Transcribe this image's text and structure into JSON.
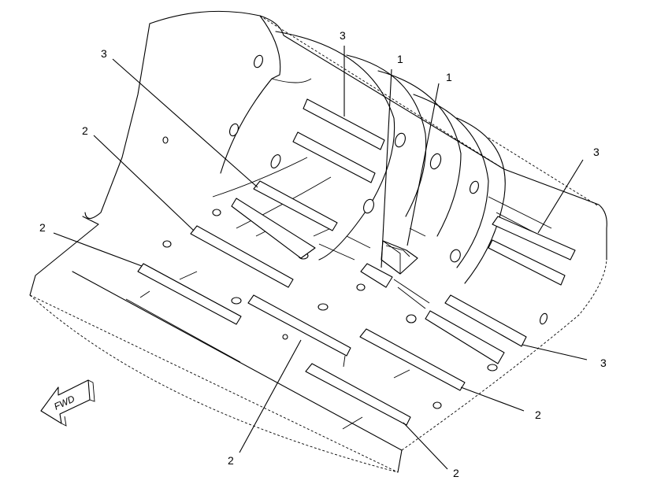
{
  "diagram": {
    "callouts": [
      {
        "label": "3"
      },
      {
        "label": "3"
      },
      {
        "label": "1"
      },
      {
        "label": "1"
      },
      {
        "label": "3"
      },
      {
        "label": "2"
      },
      {
        "label": "2"
      },
      {
        "label": "3"
      },
      {
        "label": "2"
      },
      {
        "label": "2"
      },
      {
        "label": "2"
      }
    ],
    "direction_label": "FWD",
    "icons": [
      "fwd-arrow-icon"
    ]
  }
}
